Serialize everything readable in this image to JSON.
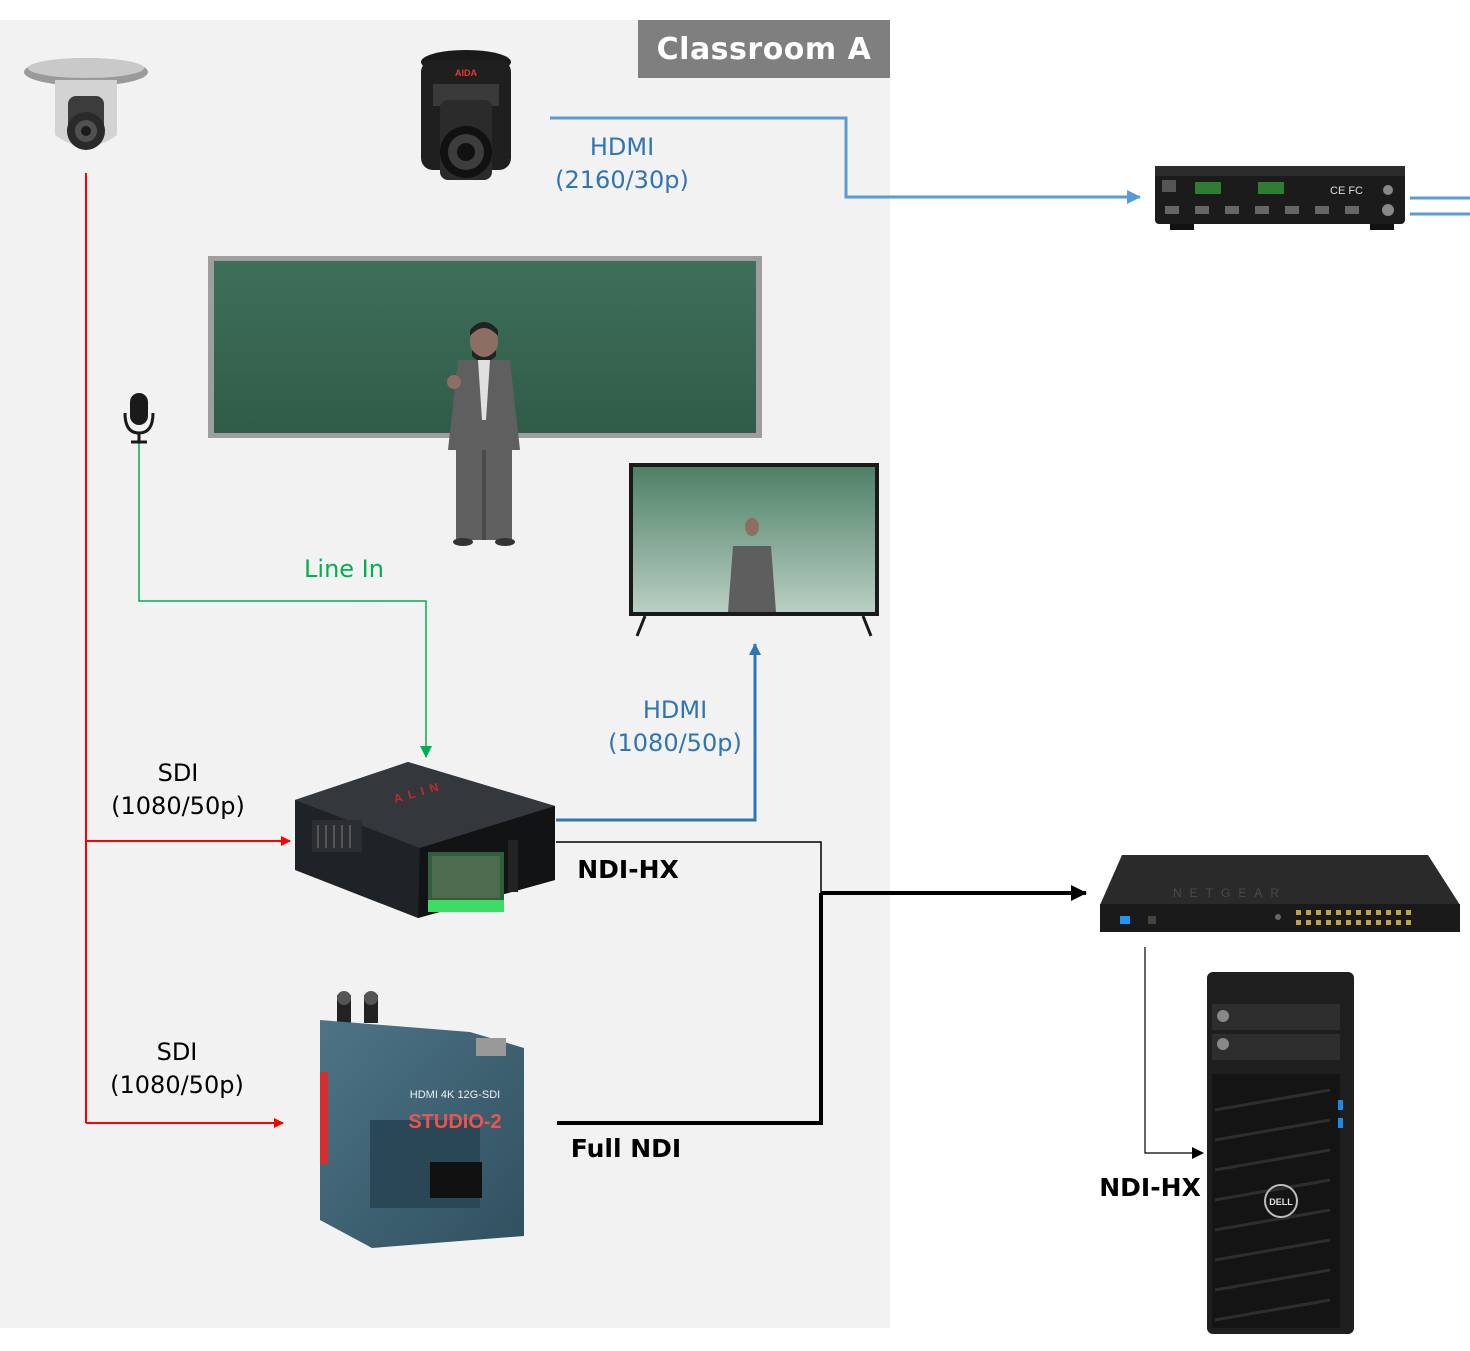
{
  "room": {
    "title": "Classroom A"
  },
  "labels": {
    "hdmi_top": {
      "line1": "HDMI",
      "line2": "(2160/30p)"
    },
    "line_in": "Line In",
    "hdmi_mid": {
      "line1": "HDMI",
      "line2": "(1080/50p)"
    },
    "sdi_1": {
      "line1": "SDI",
      "line2": "(1080/50p)"
    },
    "sdi_2": {
      "line1": "SDI",
      "line2": "(1080/50p)"
    },
    "ndi_hx_encoder": "NDI-HX",
    "full_ndi": "Full NDI",
    "ndi_hx_pc": "NDI-HX"
  },
  "device_marks": {
    "ptz_camera_logo": "AIDA",
    "switch_logo": "NETGEAR",
    "studio_device": {
      "line1": "HDMI 4K   12G-SDI",
      "line2": "STUDIO-2"
    },
    "pc_logo": "DELL",
    "encoder_logo": "ALIN"
  },
  "colors": {
    "sdi": "#ff0000",
    "hdmi": "#2e75b6",
    "audio": "#00b050",
    "ndi": "#000000",
    "room_bg": "#f2f2f2",
    "room_tag": "#7f7f7f"
  }
}
